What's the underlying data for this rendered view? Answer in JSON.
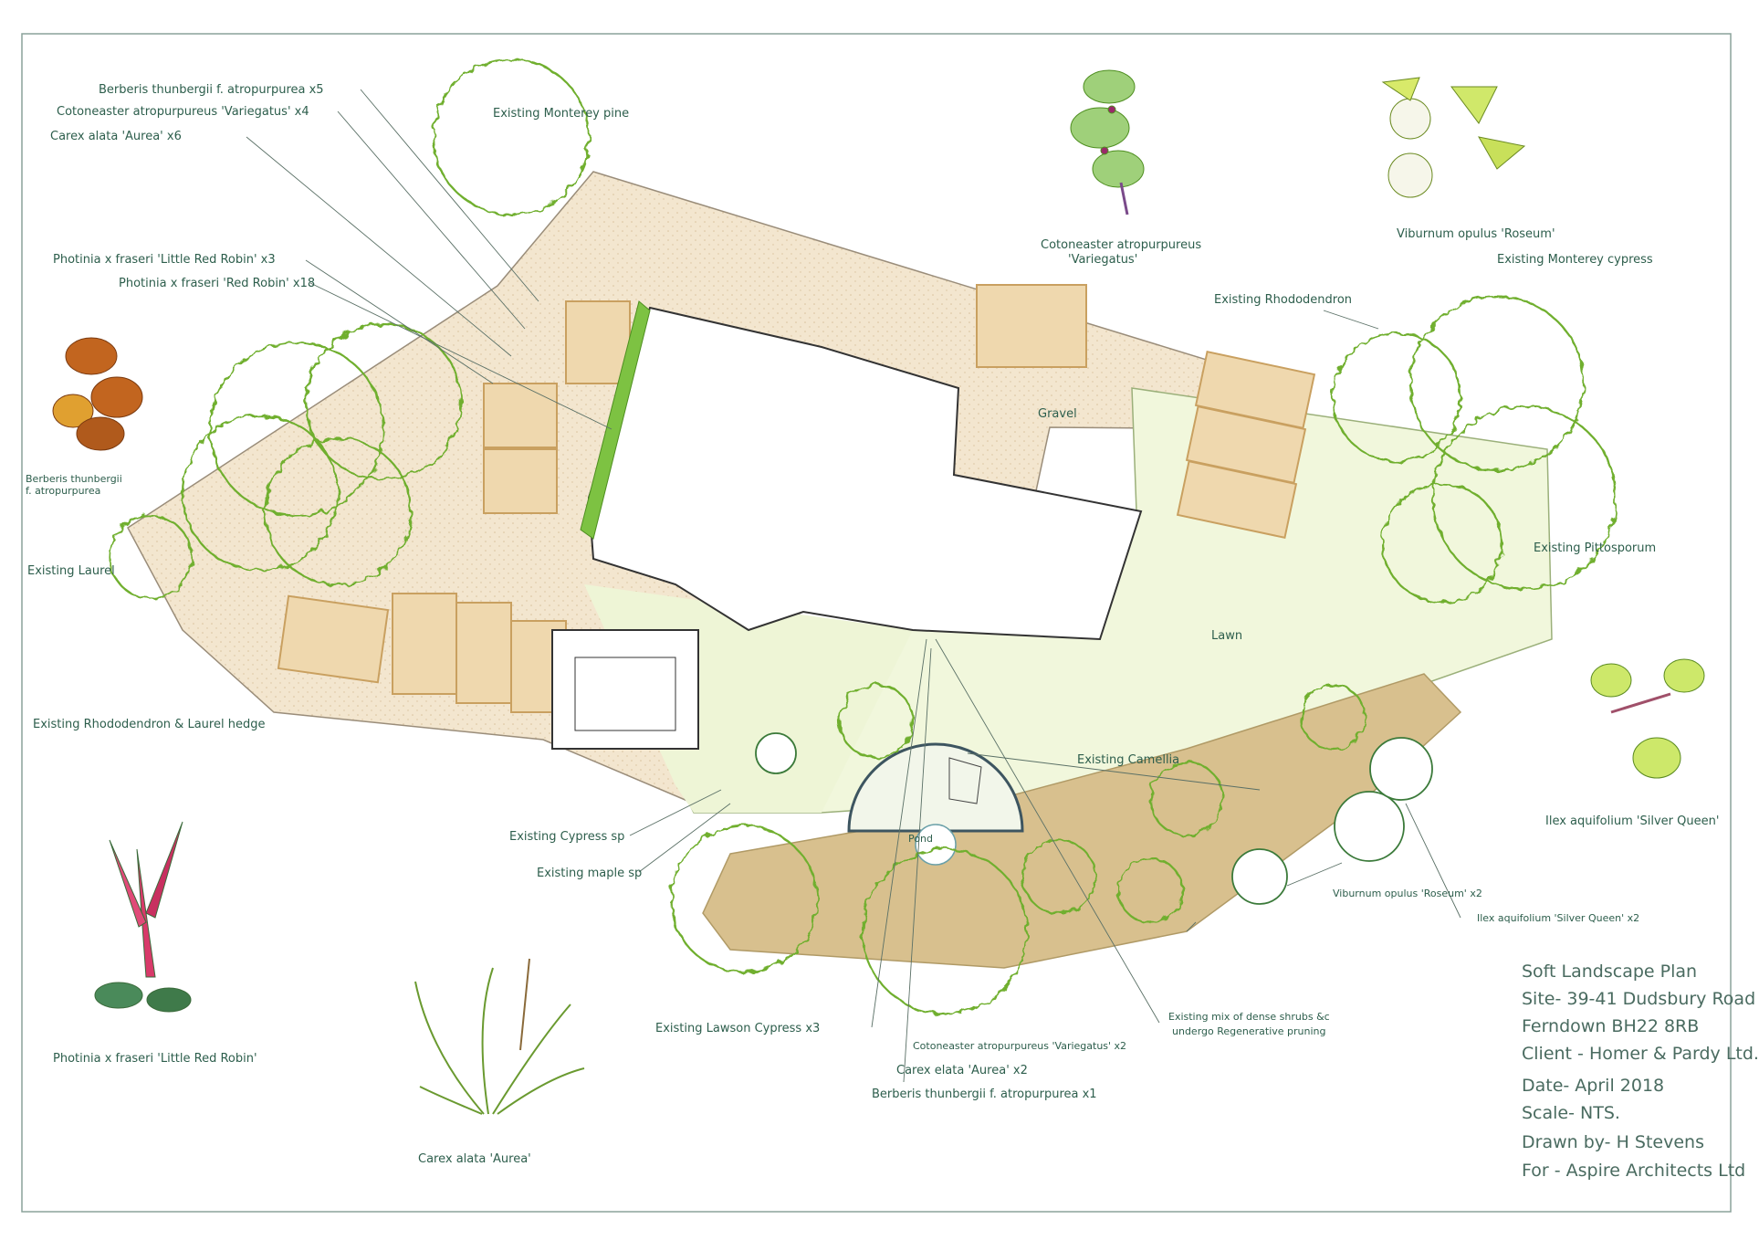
{
  "plan": {
    "labels": {
      "berberis_x5": "Berberis thunbergii f. atropurpurea x5",
      "cotoneaster_x4": "Cotoneaster atropurpureus 'Variegatus' x4",
      "carex_x6": "Carex alata 'Aurea' x6",
      "monterey_pine": "Existing Monterey pine",
      "photinia_lrr_x3": "Photinia x fraseri 'Little Red Robin' x3",
      "photinia_rr_x18": "Photinia x fraseri 'Red Robin' x18",
      "rhododendron": "Existing Rhododendron",
      "monterey_cypress": "Existing Monterey cypress",
      "gravel": "Gravel",
      "lawn": "Lawn",
      "pittosporum": "Existing Pittosporum",
      "laurel": "Existing Laurel",
      "hedge": "Existing Rhododendron & Laurel hedge",
      "camellia": "Existing Camellia",
      "cypress_sp": "Existing Cypress sp",
      "maple_sp": "Existing maple sp",
      "pond": "Pond",
      "viburnum_x2": "Viburnum opulus 'Roseum' x2",
      "ilex_x2": "Ilex aquifolium 'Silver Queen' x2",
      "mix_shrubs_1": "Existing mix of dense shrubs &c",
      "mix_shrubs_2": "undergo Regenerative pruning",
      "lawson_x3": "Existing Lawson Cypress x3",
      "cotoneaster_x2": "Cotoneaster atropurpureus 'Variegatus' x2",
      "carex_x2": "Carex elata 'Aurea' x2",
      "berberis_x1": "Berberis thunbergii f. atropurpurea x1"
    },
    "illustrations": {
      "berberis": "Berberis thunbergii f. atropurpurea",
      "cotoneaster_1": "Cotoneaster atropurpureus",
      "cotoneaster_2": "'Variegatus'",
      "viburnum": "Viburnum opulus 'Roseum'",
      "ilex": "Ilex aquifolium 'Silver Queen'",
      "photinia": "Photinia x fraseri 'Little Red Robin'",
      "carex": "Carex alata 'Aurea'"
    },
    "title_block": {
      "title": "Soft Landscape Plan",
      "site": "Site- 39-41 Dudsbury Road",
      "address": "Ferndown  BH22 8RB",
      "client": "Client - Homer & Pardy Ltd.",
      "date": "Date- April 2018",
      "scale": "Scale- NTS.",
      "drawn_by": "Drawn by- H Stevens",
      "for": "For - Aspire Architects Ltd"
    },
    "colors": {
      "gravel": "#f3e6cf",
      "lawn": "#f1f7dc",
      "bed": "#d8c08e",
      "hedge": "#7dc242",
      "tree_line": "#6faf2f",
      "ink": "#2d5e4c"
    }
  }
}
